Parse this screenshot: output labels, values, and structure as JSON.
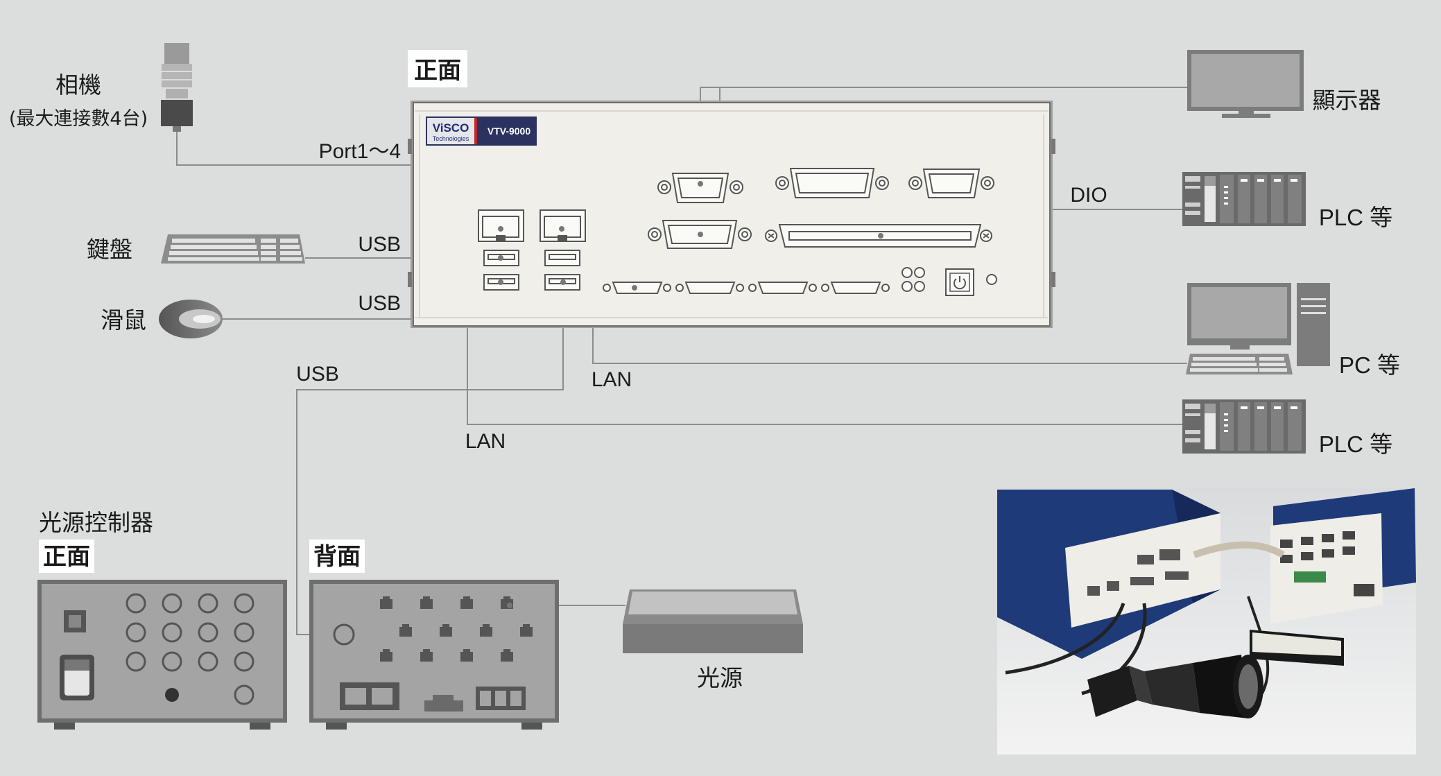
{
  "camera": {
    "label": "相機",
    "sublabel": "(最大連接數4台)",
    "port_label": "Port1～4"
  },
  "keyboard": {
    "label": "鍵盤",
    "port_label": "USB"
  },
  "mouse": {
    "label": "滑鼠",
    "port_label": "USB"
  },
  "controller": {
    "front_label": "正面",
    "badge_brand": "ViSCO",
    "badge_sub": "Technologies",
    "badge_model": "VTV-9000"
  },
  "monitor": {
    "label": "顯示器"
  },
  "plc_dio": {
    "label": "PLC 等",
    "port_label": "DIO"
  },
  "pc": {
    "label": "PC 等",
    "port_label": "LAN"
  },
  "plc_lan": {
    "label": "PLC 等",
    "port_label": "LAN"
  },
  "light_controller": {
    "title": "光源控制器",
    "front_label": "正面",
    "back_label": "背面",
    "usb_label": "USB"
  },
  "light_source": {
    "label": "光源"
  },
  "photo": {
    "icon": "product-photo"
  }
}
